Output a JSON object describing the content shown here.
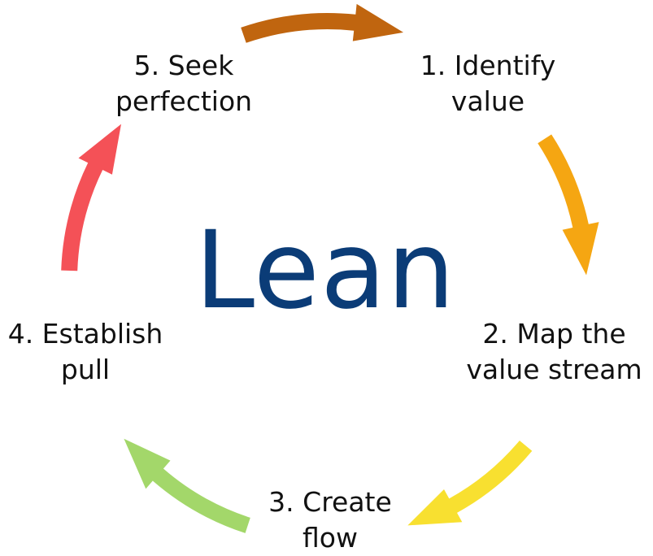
{
  "title": "Lean",
  "steps": [
    {
      "line1": "1. Identify",
      "line2": "value",
      "color": "#c0650f"
    },
    {
      "line1": "2. Map the",
      "line2": "value stream",
      "color": "#f5a612"
    },
    {
      "line1": "3. Create",
      "line2": "flow",
      "color": "#f8e030"
    },
    {
      "line1": "4. Establish",
      "line2": "pull",
      "color": "#a3d76a"
    },
    {
      "line1": "5. Seek",
      "line2": "perfection",
      "color": "#f45157"
    }
  ],
  "arrow_icon": "curved-arrow"
}
